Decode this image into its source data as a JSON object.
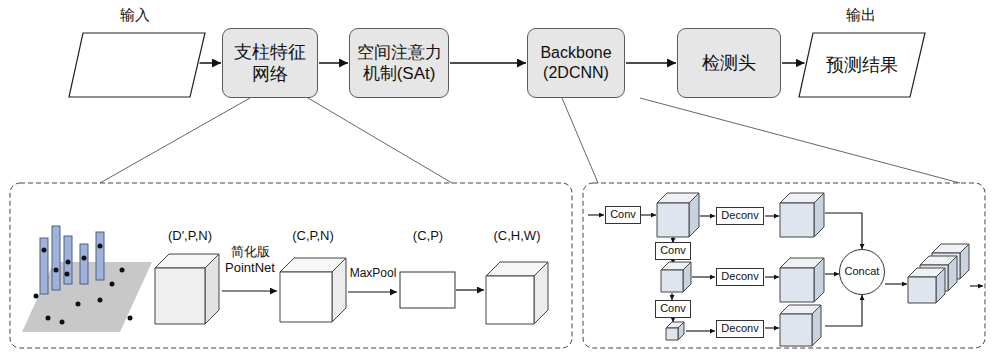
{
  "diagram": {
    "nodes": [
      {
        "text": [
          "输入"
        ]
      },
      {
        "text": [
          "支柱特征网络"
        ]
      },
      {
        "text": [
          "空间注意力机制(SAt)"
        ]
      },
      {
        "text": [
          "Backbone (2DCNN)"
        ]
      },
      {
        "text": [
          "检测头"
        ]
      },
      {
        "text": [
          "输出",
          "预测结果"
        ]
      },
      {
        "text": [
          "Conv"
        ]
      },
      {
        "text": [
          "Deconv"
        ]
      },
      {
        "text": [
          "Conv"
        ]
      },
      {
        "text": [
          "Deconv"
        ]
      },
      {
        "text": [
          "Conv"
        ]
      },
      {
        "text": [
          "Deconv"
        ]
      },
      {
        "text": [
          "Concat"
        ]
      }
    ],
    "edges": [
      {
        "from": 0,
        "to": 1,
        "arrow": "to"
      },
      {
        "from": 1,
        "to": 2,
        "arrow": "to"
      },
      {
        "from": 2,
        "to": 3,
        "arrow": "to"
      },
      {
        "from": 3,
        "to": 4,
        "arrow": "to"
      },
      {
        "from": 4,
        "to": 5,
        "arrow": "to"
      }
    ],
    "labels": [
      "(D′,P,N)",
      "简化版 PointNet",
      "(C,P,N)",
      "MaxPool",
      "(C,P)",
      "(C,H,W)"
    ]
  }
}
